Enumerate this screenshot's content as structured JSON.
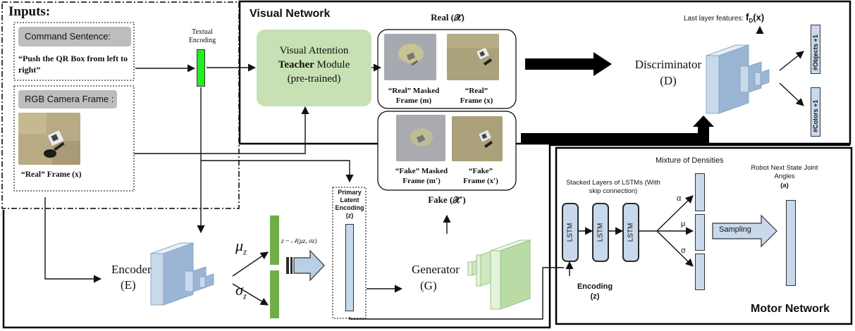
{
  "inputs": {
    "title": "Inputs:",
    "command_label": "Command Sentence:",
    "command_text": "“Push the QR Box from left to right”",
    "rgb_label": "RGB Camera Frame :",
    "frame_caption": "“Real” Frame (x)"
  },
  "textual_encoding": "Textual Encoding",
  "visual_network": {
    "title": "Visual Network",
    "teacher_line1": "Visual Attention",
    "teacher_bold": "Teacher",
    "teacher_line2_rest": " Module",
    "teacher_line3": "(pre-trained)",
    "real_header": "Real (𝓧)",
    "real_masked": "“Real” Masked Frame (m)",
    "real_frame": "“Real” Frame (x)",
    "fake_masked": "“Fake” Masked Frame (m′)",
    "fake_frame": "“Fake” Frame (x′)",
    "fake_header": "Fake (𝓧′)",
    "last_layer": "Last layer features:",
    "feature_symbol": "f",
    "feature_sub": "D",
    "feature_arg": "(x)",
    "discriminator": "Discriminator",
    "discriminator_sym": "(D)",
    "objects_label": "#Objects +1",
    "colors_label": "#Colors +1"
  },
  "encoder": {
    "name": "Encoder",
    "sym": "(E)",
    "mu": "μ",
    "mu_sub": "z",
    "sigma": "σ",
    "sigma_sub": "z",
    "sampling_formula": "z ~ 𝒩(μz, σz)"
  },
  "primary_latent": "Primary Latent Encoding (z)",
  "generator": {
    "name": "Generator",
    "sym": "(G)"
  },
  "motor_network": {
    "title": "Motor Network",
    "mixture": "Mixture of Densities",
    "stacked": "Stacked Layers of LSTMs (With skip connection)",
    "lstm": "LSTM",
    "encoding": "Encoding",
    "encoding_sym": "(z)",
    "alpha": "α",
    "mu": "μ",
    "sigma": "σ",
    "sampling": "Sampling",
    "robot_next": "Robot Next State Joint Angles",
    "robot_sym": "(a)"
  },
  "colors": {
    "green_box": "#c7e0b4",
    "gray_box": "#d9d9d9",
    "blue_cube": "#c9d9ec",
    "bright_green": "#22ee22",
    "z_bar_green": "#70ad47"
  }
}
